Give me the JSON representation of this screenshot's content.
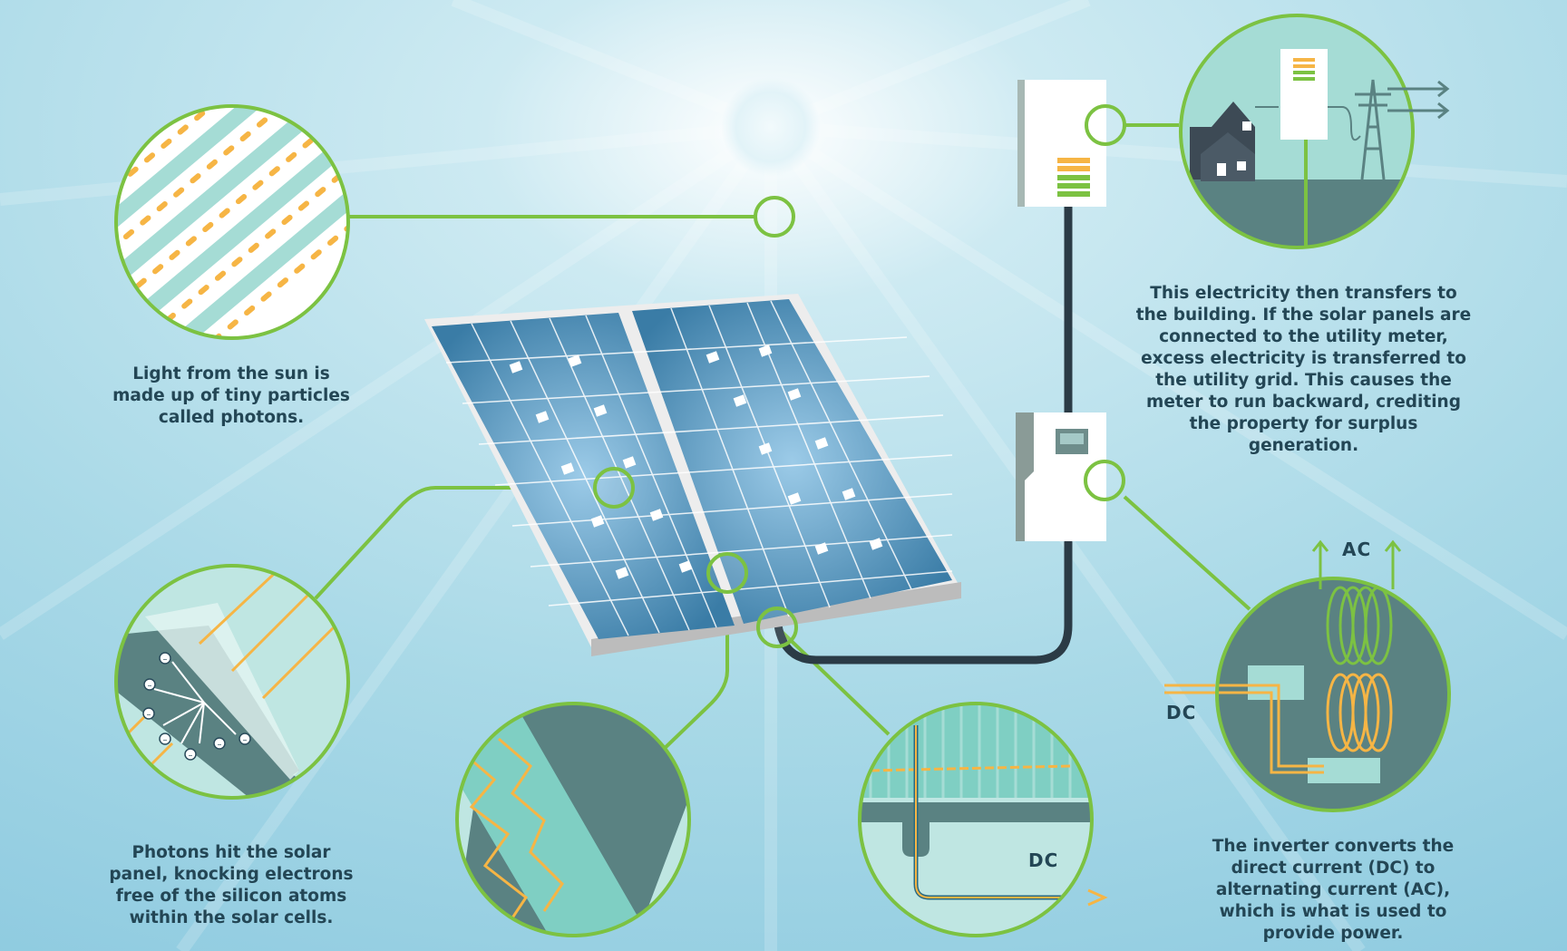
{
  "captions": {
    "photons": "Light from the sun is made up of tiny particles called photons.",
    "electrons": "Photons hit the solar panel, knocking electrons free of the silicon atoms within the solar cells.",
    "grid": "This electricity then transfers to the building. If the solar panels are connected to the utility meter, excess electricity is transferred to the utility grid. This causes the meter to run backward, crediting the property for surplus generation.",
    "inverter": "The inverter converts the direct current (DC) to alternating current (AC), which is what is used to provide power."
  },
  "labels": {
    "ac": "AC",
    "dc_inverter": "DC",
    "dc_wire": "DC"
  },
  "electron_symbol": "–",
  "colors": {
    "sky": "#a9dbe8",
    "accent_green": "#7cc242",
    "panel_blue": "#3b7ea8",
    "dark_teal": "#5a8282",
    "light_teal": "#a5dcd5",
    "photon_orange": "#f6b545",
    "text": "#234655"
  },
  "icons": [
    "sun-icon",
    "solar-panel-icon",
    "inverter-icon",
    "meter-icon",
    "house-icon",
    "power-tower-icon",
    "coil-icon",
    "arrow-icon"
  ]
}
